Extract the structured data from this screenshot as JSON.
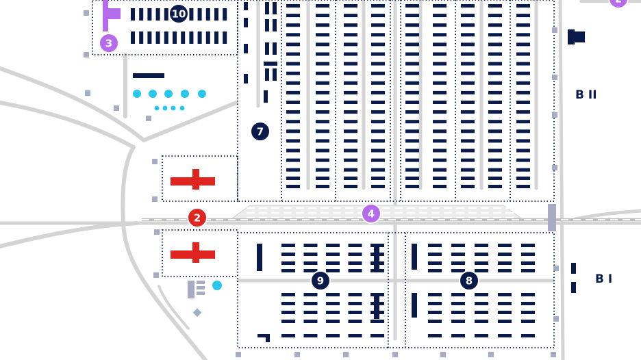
{
  "colors": {
    "background": "#ffffff",
    "road": "#d4d4d4",
    "barrack": "#0a1a4a",
    "fence": "#1c2a5c",
    "watchtower": "#a7abc4",
    "crematorium": "#e02420",
    "pool": "#29c6ee",
    "poi_purple": "#b56cec",
    "poi_red": "#e02420",
    "poi_navy": "#0a1a4a",
    "marker_text": "#ffffff"
  },
  "sector_labels": {
    "bii": "B II",
    "bi": "B I"
  },
  "markers": [
    {
      "id": "10",
      "label": "10",
      "style": "navy"
    },
    {
      "id": "3",
      "label": "3",
      "style": "purple"
    },
    {
      "id": "2-top",
      "label": "2",
      "style": "purple"
    },
    {
      "id": "7",
      "label": "7",
      "style": "navy"
    },
    {
      "id": "2",
      "label": "2",
      "style": "red"
    },
    {
      "id": "4",
      "label": "4",
      "style": "purple"
    },
    {
      "id": "9",
      "label": "9",
      "style": "navy"
    },
    {
      "id": "8",
      "label": "8",
      "style": "navy"
    }
  ],
  "icons": {
    "crematorium": "crematorium-icon",
    "pool": "pool-icon",
    "watchtower": "watchtower-icon",
    "barrack": "barrack-icon",
    "railway": "railway-icon"
  }
}
